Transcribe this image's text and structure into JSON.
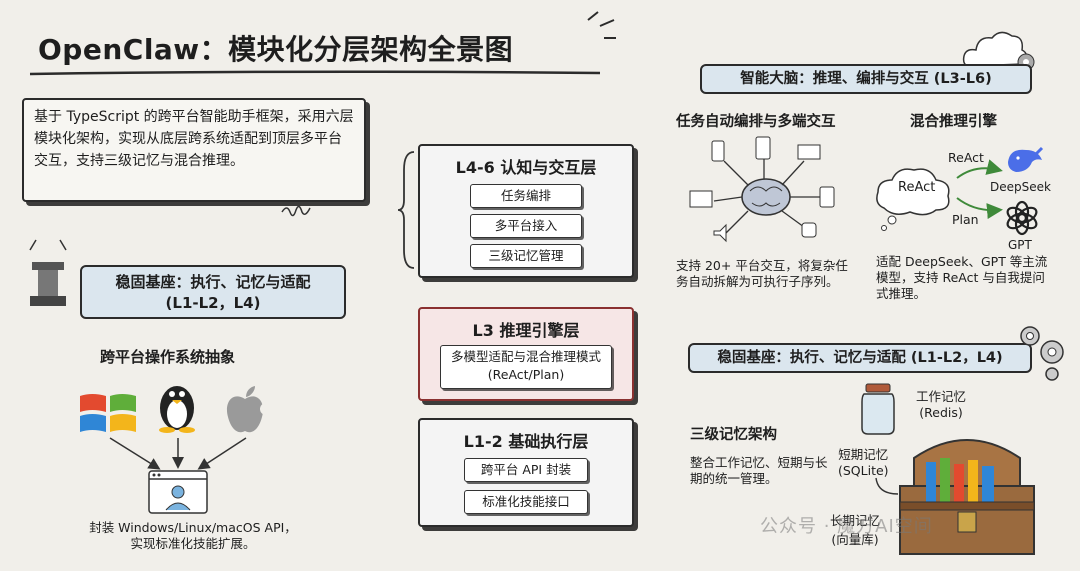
{
  "title": "OpenClaw：模块化分层架构全景图",
  "intro": "基于 TypeScript 的跨平台智能助手框架，采用六层模块化架构，实现从底层跨系统适配到顶层多平台交互，支持三级记忆与混合推理。",
  "left_section": {
    "heading_line1": "稳固基座：执行、记忆与适配",
    "heading_line2": "(L1-L2，L4)",
    "subheading": "跨平台操作系统抽象",
    "caption_line1": "封装 Windows/Linux/macOS API，",
    "caption_line2": "实现标准化技能扩展。"
  },
  "center_layers": [
    {
      "title": "L4-6 认知与交互层",
      "items": [
        "任务编排",
        "多平台接入",
        "三级记忆管理"
      ]
    },
    {
      "title": "L3 推理引擎层",
      "items": [
        "多模型适配与混合推理模式",
        "(ReAct/Plan)"
      ]
    },
    {
      "title": "L1-2 基础执行层",
      "items": [
        "跨平台 API 封装",
        "标准化技能接口"
      ]
    }
  ],
  "right_top": {
    "heading": "智能大脑：推理、编排与交互 (L3-L6)",
    "orchestration": {
      "heading": "任务自动编排与多端交互",
      "caption": "支持 20+ 平台交互，将复杂任务自动拆解为可执行子序列。"
    },
    "hybrid": {
      "heading": "混合推理引擎",
      "cloud_label": "ReAct",
      "arrow_react": "ReAct",
      "arrow_plan": "Plan",
      "model1": "DeepSeek",
      "model2": "GPT",
      "caption": "适配 DeepSeek、GPT 等主流模型，支持 ReAct 与自我提问式推理。"
    }
  },
  "right_bottom": {
    "heading": "稳固基座：执行、记忆与适配 (L1-L2，L4)",
    "memory_heading": "三级记忆架构",
    "memory_caption": "整合工作记忆、短期与长期的统一管理。",
    "working_memory": "工作记忆",
    "working_memory_sub": "(Redis)",
    "short_memory": "短期记忆",
    "short_memory_sub": "(SQLite)",
    "long_memory": "长期记忆",
    "long_memory_sub": "(向量库)"
  },
  "watermark": "公众号 · 魔方AI空间"
}
